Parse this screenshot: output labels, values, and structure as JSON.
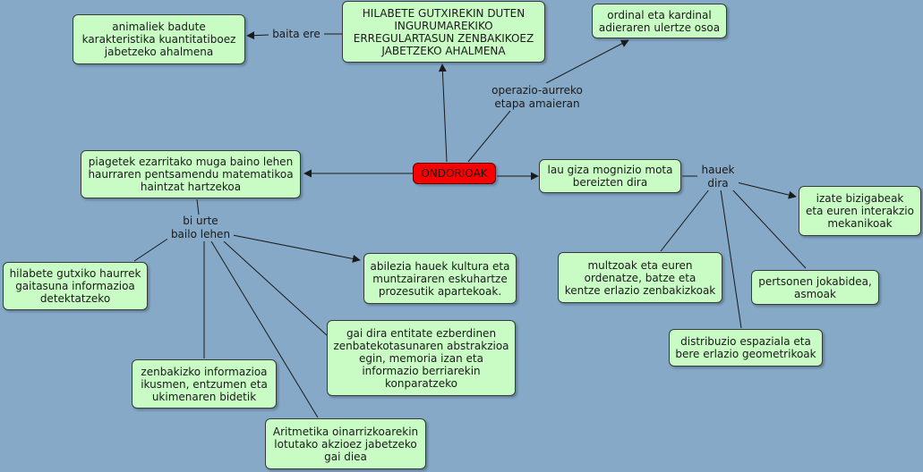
{
  "root": {
    "label": "ONDORIOAK"
  },
  "nodes": {
    "hilabete_gutxi": "HILABETE GUTXIREKIN DUTEN\nINGURUMAREKIKO\nERREGULARTASUN ZENBAKIKOEZ\nJABETZEKO AHALMENA",
    "animaliek": "animaliek badute\nkarakteristika kuantitatiboez\njabetzeko ahalmena",
    "ordinal": "ordinal eta kardinal\nadieraren ulertze osoa",
    "piagetek": "piagetek ezarritako muga baino lehen\nhaurraren pentsamendu matematikoa\nhaintzat hartzekoa",
    "lau_giza": "lau giza mognizio mota\nbereizten dira",
    "izate": "izate bizigabeak\neta euren interakzio\nmekanikoak",
    "multzoak": "multzoak eta euren\nordenatze, batze eta\nkentze erlazio zenbakizkoak",
    "pertsonen": "pertsonen jokabidea,\nasmoak",
    "distribuzio": "distribuzio espaziala eta\nbere erlazio geometrikoak",
    "hilabete_haurrek": "hilabete gutxiko haurrek\ngaitasuna informazioa\ndetektatzeko",
    "abilezia": "abilezia hauek kultura eta\nmuntzairaren eskuhartze\nprozesutik apartekoak.",
    "gai_dira": "gai dira entitate ezberdinen\nzenbatekotasunaren abstrakzioa\negin, memoria izan eta\ninformazio berriarekin\nkonparatzeko",
    "zenbakizko": "zenbakizko informazioa\nikusmen, entzumen eta\nukimenaren bidetik",
    "aritmetika": "Aritmetika oinarrizkoarekin\nlotutako akzioez jabetzeko\ngai diea"
  },
  "links": {
    "baita_ere": "baita ere",
    "operazio": "operazio-aurreko\netapa amaieran",
    "hauek_dira": "hauek\ndira",
    "bi_urte": "bi urte\nbailo lehen"
  },
  "colors": {
    "background": "#85a9c6",
    "concept_fill": "#c8fcc4",
    "root_fill": "#fa0000",
    "line": "#1a1a1a"
  }
}
